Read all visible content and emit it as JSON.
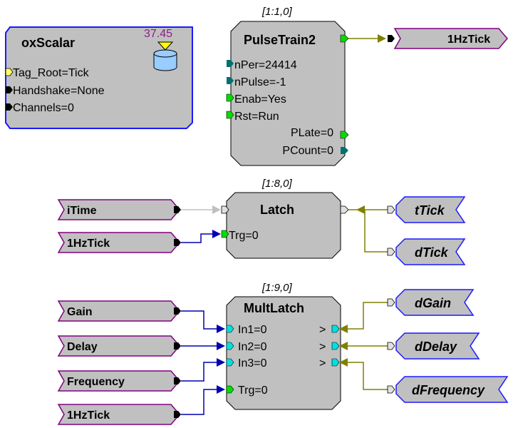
{
  "colors": {
    "block_fill": "#c0c0c0",
    "scalar_border": "#1a1aff",
    "tag_border": "#800080",
    "wire_blue": "#0000b0",
    "wire_olive": "#808000",
    "wire_grey": "#c0c0c0"
  },
  "oxscalar": {
    "title": "oxScalar",
    "value": "37.45",
    "ports": [
      "Tag_Root=Tick",
      "Handshake=None",
      "Channels=0"
    ]
  },
  "pulsetrain": {
    "index": "[1:1,0]",
    "title": "PulseTrain2",
    "inputs": [
      "nPer=24414",
      "nPulse=-1",
      "Enab=Yes",
      "Rst=Run"
    ],
    "outputs": [
      "PLate=0",
      "PCount=0"
    ]
  },
  "latch": {
    "index": "[1:8,0]",
    "title": "Latch",
    "input": "Trg=0"
  },
  "multlatch": {
    "index": "[1:9,0]",
    "title": "MultLatch",
    "inputs": [
      "In1=0",
      "In2=0",
      "In3=0",
      "Trg=0"
    ],
    "arrow": ">"
  },
  "tags_in": {
    "itime": "iTime",
    "tick1": "1HzTick",
    "gain": "Gain",
    "delay": "Delay",
    "frequency": "Frequency",
    "tick2": "1HzTick"
  },
  "tag_out": {
    "tick": "1HzTick"
  },
  "tags_target": {
    "ttick": "tTick",
    "dtick": "dTick",
    "dgain": "dGain",
    "ddelay": "dDelay",
    "dfrequency": "dFrequency"
  }
}
